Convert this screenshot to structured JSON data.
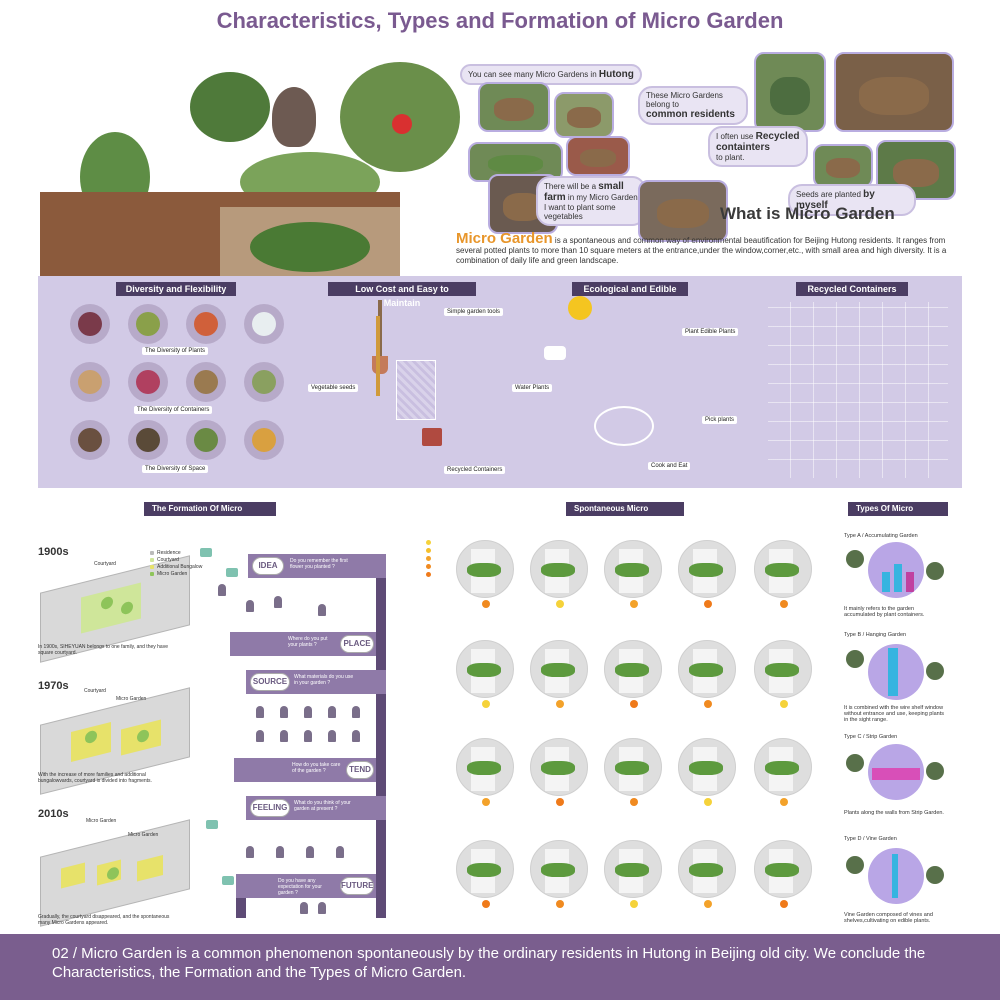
{
  "title": "Characteristics, Types and Formation of Micro Garden",
  "hero": {
    "bubbles": {
      "b1_pre": "You can see many Micro Gardens in ",
      "b1_strong": "Hutong",
      "b2_pre": "These Micro Gardens belong to",
      "b2_strong": "common residents",
      "b3_pre": "I often use ",
      "b3_strong": "Recycled containters",
      "b3_post": "to plant.",
      "b4_pre": "There will be a ",
      "b4_strong": "small farm",
      "b4_mid": " in my Micro Garden",
      "b4_post": "I want to plant some vegetables",
      "b5_pre": "Seeds are planted ",
      "b5_strong": "by myself"
    },
    "what_is": "What is Micro Garden"
  },
  "definition": {
    "word": "Micro Garden",
    "text": " is a spontaneous and common way of environmental beautification for Beijing Hutong residents. It ranges from several potted plants to more than 10 square meters at the entrance,under the window,corner,etc., with small area and high diversity. It is a combination of daily life and green landscape."
  },
  "characteristics": {
    "diversity": {
      "heading": "Diversity and Flexibility",
      "plants": "The Diversity of Plants",
      "containers": "The Diversity of Containers",
      "space": "The Diversity of Space"
    },
    "lowcost": {
      "heading": "Low Cost and Easy to Maintain",
      "tools": "Simple garden tools",
      "seeds": "Vegetable seeds",
      "containers": "Recycled Containers"
    },
    "ecological": {
      "heading": "Ecological and Edible",
      "plant": "Plant Edible Plants",
      "water": "Water Plants",
      "pick": "Pick plants",
      "cook": "Cook and Eat"
    },
    "recycled": {
      "heading": "Recycled Containers"
    }
  },
  "formation": {
    "heading": "The Formation Of Micro Garden",
    "era1": "1900s",
    "era1_label": "Courtyard",
    "era1_note": "In 1900s, SIHEYUAN belongs to one family, and they have square courtyard.",
    "era2": "1970s",
    "era2_label1": "Courtyard",
    "era2_label2": "Micro Garden",
    "era2_note": "With the increase of more families and additional bungalowvards, courtyard is divided into fragments.",
    "era3": "2010s",
    "era3_label1": "Micro Garden",
    "era3_label2": "Micro Garden",
    "era3_note": "Gradually, the courtyard disappeared, and the spontaneous many Micro Gardens appeared.",
    "legend": [
      "Residence",
      "Courtyard",
      "Additional Bungalow",
      "Micro Garden"
    ]
  },
  "timeline": {
    "steps": [
      {
        "pill": "IDEA",
        "q": "Do you remember the first flower you planted ?"
      },
      {
        "pill": "PLACE",
        "q": "Where do you put your plants ?"
      },
      {
        "pill": "SOURCE",
        "q": "What materials do you use in your garden ?"
      },
      {
        "pill": "TEND",
        "q": "How do you take care of the garden ?"
      },
      {
        "pill": "FEELING",
        "q": "What do you think of your garden at present ?"
      },
      {
        "pill": "FUTURE",
        "q": "Do you have any expectation for your garden ?"
      }
    ]
  },
  "spontaneous": {
    "heading": "Spontaneous Micro Garden"
  },
  "types": {
    "heading": "Types Of Micro Garden",
    "a": "Type A / Accumulating Garden",
    "a_note": "It mainly refers to the garden accumulated by plant containers.",
    "b": "Type B / Hanging Garden",
    "b_note": "It is combined with the wire shelf window without entrance and use, keeping plants in the sight range.",
    "c": "Type C / Strip Garden",
    "c_note": "Plants along the walls from Strip Garden.",
    "d": "Type D / Vine Garden",
    "d_note": "Vine Garden composed of vines and shelves,cultivating on edible plants."
  },
  "footer": "02 / Micro Garden is a common phenomenon spontaneously by the ordinary residents in Hutong in Beijing old city. We conclude the Characteristics, the Formation and the Types of Micro Garden.",
  "colors": {
    "title": "#7a5a90",
    "band": "#d2cae6",
    "header_fill": "#4b3d63",
    "ribbon": "#8f7aa8",
    "accent_orange": "#e8962b",
    "footer": "#7a5e8e"
  }
}
